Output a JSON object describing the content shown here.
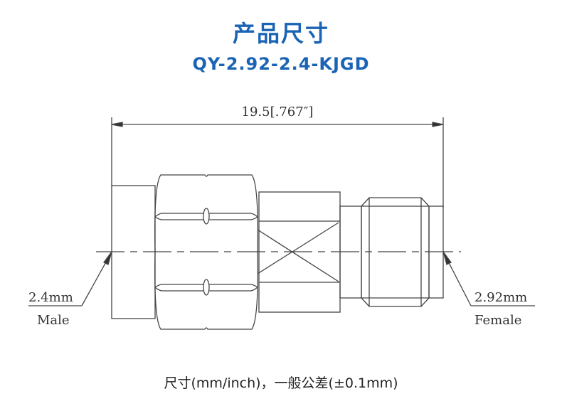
{
  "title": "产品尺寸",
  "model": "QY-2.92-2.4-KJGD",
  "drawing": {
    "overall_length": "19.5[.767″]",
    "left_port": {
      "size": "2.4mm",
      "gender": "Male"
    },
    "right_port": {
      "size": "2.92mm",
      "gender": "Female"
    }
  },
  "note": "尺寸(mm/inch)，一般公差(±0.1mm)",
  "colors": {
    "accent": "#1a63b5"
  }
}
